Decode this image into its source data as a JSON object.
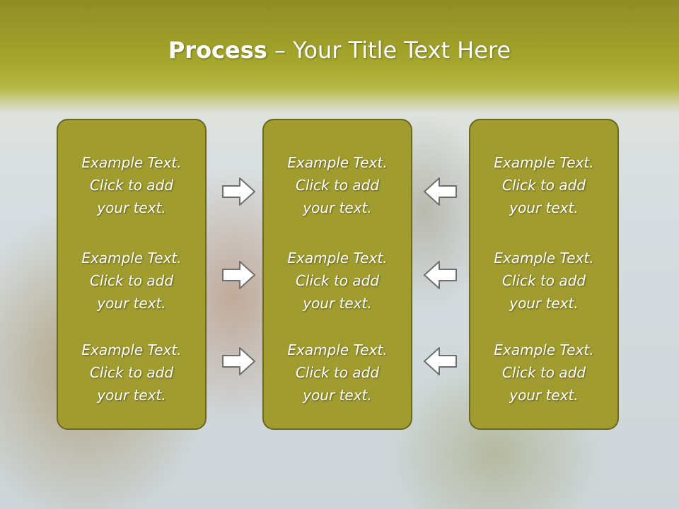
{
  "title": {
    "bold": "Process",
    "dash": " – ",
    "rest": "Your Title Text Here"
  },
  "panels": [
    {
      "items": [
        [
          "Example Text.",
          "Click  to add",
          "your text."
        ],
        [
          "Example Text.",
          "Click  to add",
          "your text."
        ],
        [
          "Example Text.",
          "Click  to add",
          "your text."
        ]
      ]
    },
    {
      "items": [
        [
          "Example Text.",
          "Click  to add",
          "your text."
        ],
        [
          "Example Text.",
          "Click  to add",
          "your text."
        ],
        [
          "Example Text.",
          "Click  to add",
          "your text."
        ]
      ]
    },
    {
      "items": [
        [
          "Example Text.",
          "Click  to add",
          "your text."
        ],
        [
          "Example Text.",
          "Click  to add",
          "your text."
        ],
        [
          "Example Text.",
          "Click  to add",
          "your text."
        ]
      ]
    }
  ],
  "arrows": {
    "left_column": "right-arrow-icon",
    "right_column": "left-arrow-icon"
  },
  "colors": {
    "header": "#a5a72c",
    "panel": "#a19c2f",
    "panel_border": "#6b6820",
    "text": "#ffffff"
  }
}
